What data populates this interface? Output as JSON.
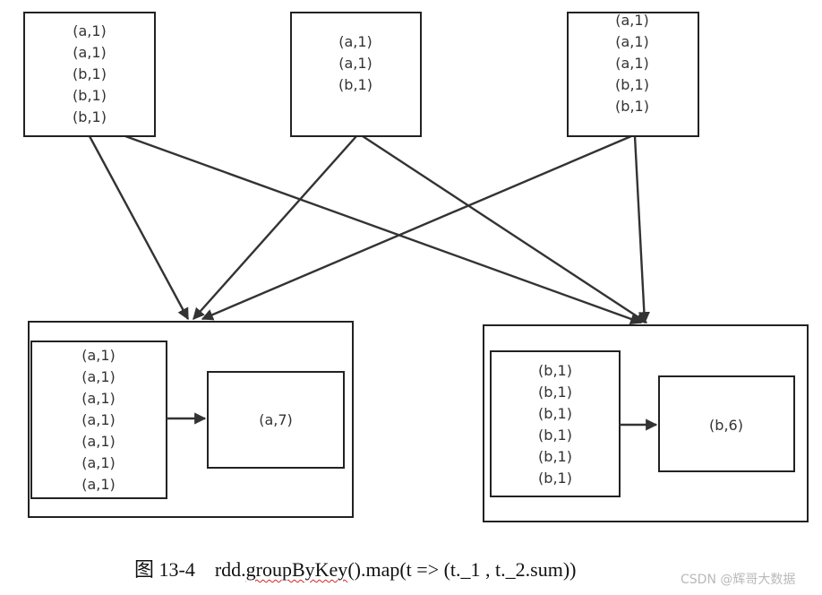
{
  "sources": [
    {
      "lines": [
        "(a,1)",
        "(a,1)",
        "(b,1)",
        "(b,1)",
        "(b,1)"
      ]
    },
    {
      "lines": [
        "(a,1)",
        "(a,1)",
        "(b,1)"
      ]
    },
    {
      "lines": [
        "(a,1)",
        "(a,1)",
        "(a,1)",
        "(b,1)",
        "(b,1)"
      ]
    }
  ],
  "groups": [
    {
      "input_lines": [
        "(a,1)",
        "(a,1)",
        "(a,1)",
        "(a,1)",
        "(a,1)",
        "(a,1)",
        "(a,1)"
      ],
      "result": "(a,7)"
    },
    {
      "input_lines": [
        "(b,1)",
        "(b,1)",
        "(b,1)",
        "(b,1)",
        "(b,1)",
        "(b,1)"
      ],
      "result": "(b,6)"
    }
  ],
  "caption": {
    "figure_label": "图 13-4",
    "code_prefix": "rdd.",
    "code_main": "groupByKey",
    "code_rest": "().map(t => (t._1 , t._2.sum))"
  },
  "watermark": "CSDN @辉哥大数据"
}
